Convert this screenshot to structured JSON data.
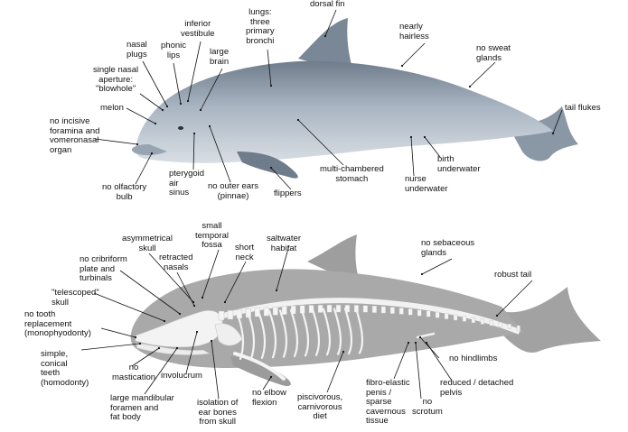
{
  "colors": {
    "dolphin_body": "#a8b4c1",
    "dolphin_shadow": "#7e8b99",
    "dolphin_belly": "#d8dde3",
    "silhouette": "#a9a9a9",
    "skeleton": "#f4f4f4",
    "leader_line": "#111111"
  },
  "external_labels": {
    "dorsal_fin": "dorsal fin",
    "lungs": "lungs:\nthree\nprimary\nbronchi",
    "inferior_vestibule": "inferior\nvestibule",
    "nasal_plugs": "nasal\nplugs",
    "phonic_lips": "phonic\nlips",
    "large_brain": "large\nbrain",
    "single_nasal_aperture": "single nasal\naperture:\n\"blowhole\"",
    "melon": "melon",
    "no_incisive_foramina": "no incisive\nforamina and\nvomeronasal\norgan",
    "no_olfactory_bulb": "no olfactory\nbulb",
    "pterygoid_air_sinus": "pterygoid\nair\nsinus",
    "no_outer_ears": "no outer ears\n(pinnae)",
    "flippers": "flippers",
    "multi_chambered_stomach": "multi-chambered\nstomach",
    "nearly_hairless": "nearly\nhairless",
    "no_sweat_glands": "no sweat\nglands",
    "tail_flukes": "tail flukes",
    "birth_underwater": "birth\nunderwater",
    "nurse_underwater": "nurse\nunderwater"
  },
  "skeleton_labels": {
    "asymmetrical_skull": "asymmetrical\nskull",
    "small_temporal_fossa": "small\ntemporal\nfossa",
    "short_neck": "short\nneck",
    "saltwater_habitat": "saltwater\nhabitat",
    "no_sebaceous_glands": "no sebaceous\nglands",
    "no_cribriform_plate": "no cribriform\nplate and\nturbinals",
    "retracted_nasals": "retracted\nnasals",
    "telescoped_skull": "\"telescoped\"\nskull",
    "no_tooth_replacement": "no tooth\nreplacement\n(monophyodonty)",
    "simple_conical_teeth": "simple,\nconical\nteeth\n(homodonty)",
    "no_mastication": "no\nmastication",
    "involucrum": "involucrum",
    "large_mandibular_foramen": "large mandibular\nforamen and\nfat body",
    "isolation_ear_bones": "isolation of\near bones\nfrom skull",
    "no_elbow_flexion": "no elbow\nflexion",
    "piscivorous": "piscivorous,\ncarnivorous\ndiet",
    "fibro_elastic_penis": "fibro-elastic\npenis /\nsparse\ncavernous\ntissue",
    "no_scrotum": "no\nscrotum",
    "no_hindlimbs": "no hindlimbs",
    "reduced_pelvis": "reduced / detached\npelvis",
    "robust_tail": "robust tail"
  }
}
